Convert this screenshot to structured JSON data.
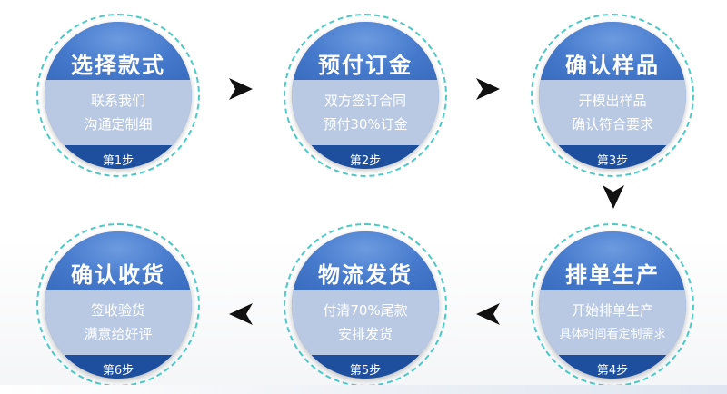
{
  "steps": [
    {
      "title": "选择款式",
      "line1": "联系我们",
      "line2": "沟通定制细",
      "label": "第1步"
    },
    {
      "title": "预付订金",
      "line1": "双方签订合同",
      "line2": "预付30%订金",
      "label": "第2步"
    },
    {
      "title": "确认样品",
      "line1": "开模出样品",
      "line2": "确认符合要求",
      "label": "第3步"
    },
    {
      "title": "排单生产",
      "line1": "开始排单生产",
      "line2": "具体时间看定制需求",
      "label": "第4步"
    },
    {
      "title": "物流发货",
      "line1": "付清70%尾款",
      "line2": "安排发货",
      "label": "第5步"
    },
    {
      "title": "确认收货",
      "line1": "签收验货",
      "line2": "满意给好评",
      "label": "第6步"
    }
  ],
  "colors": {
    "ring": "#4ec9c7",
    "disc_top": "#4579cc",
    "disc_middle": "#b9c9e3",
    "disc_bottom": "#1e4f9e",
    "arrow": "#111111"
  },
  "icons": {
    "arrow_right": "arrow-right-icon",
    "arrow_down": "arrow-down-icon",
    "arrow_left": "arrow-left-icon"
  }
}
